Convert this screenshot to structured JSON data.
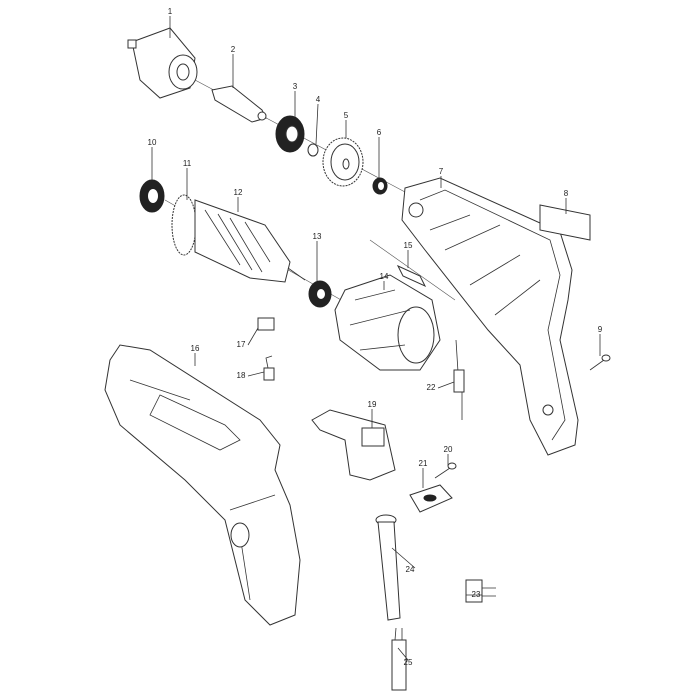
{
  "diagram": {
    "title": "Exploded parts diagram - electric drill",
    "callouts": [
      "1",
      "2",
      "3",
      "4",
      "5",
      "6",
      "7",
      "8",
      "9",
      "10",
      "11",
      "12",
      "13",
      "14",
      "15",
      "16",
      "17",
      "18",
      "19",
      "20",
      "21",
      "22",
      "23",
      "24",
      "25"
    ]
  }
}
